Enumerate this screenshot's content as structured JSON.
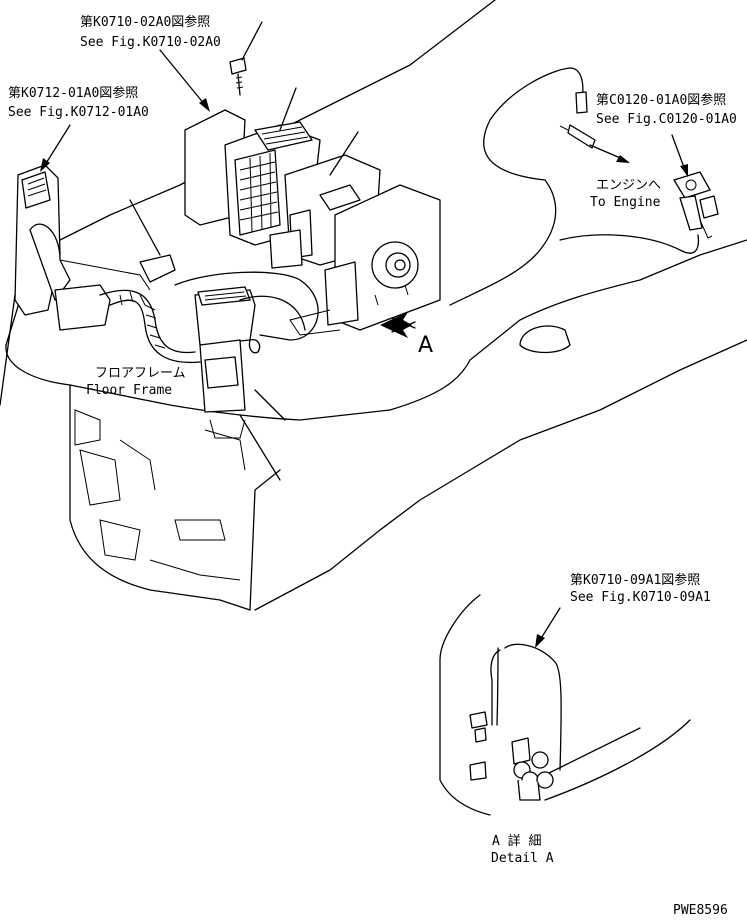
{
  "callouts": {
    "fig_0710_02_jp": "第K0710-02A0図参照",
    "fig_0710_02_en": "See Fig.K0710-02A0",
    "fig_0712_01_jp": "第K0712-01A0図参照",
    "fig_0712_01_en": "See Fig.K0712-01A0",
    "fig_c0120_01_jp": "第C0120-01A0図参照",
    "fig_c0120_01_en": "See Fig.C0120-01A0",
    "to_engine_jp": "エンジンへ",
    "to_engine_en": "To Engine",
    "floor_frame_jp": "フロアフレーム",
    "floor_frame_en": "Floor Frame",
    "view_a": "A",
    "fig_0710_09_jp": "第K0710-09A1図参照",
    "fig_0710_09_en": "See Fig.K0710-09A1",
    "detail_a_jp": "A 詳 細",
    "detail_a_en": "Detail A",
    "drawing_no": "PWE8596"
  }
}
